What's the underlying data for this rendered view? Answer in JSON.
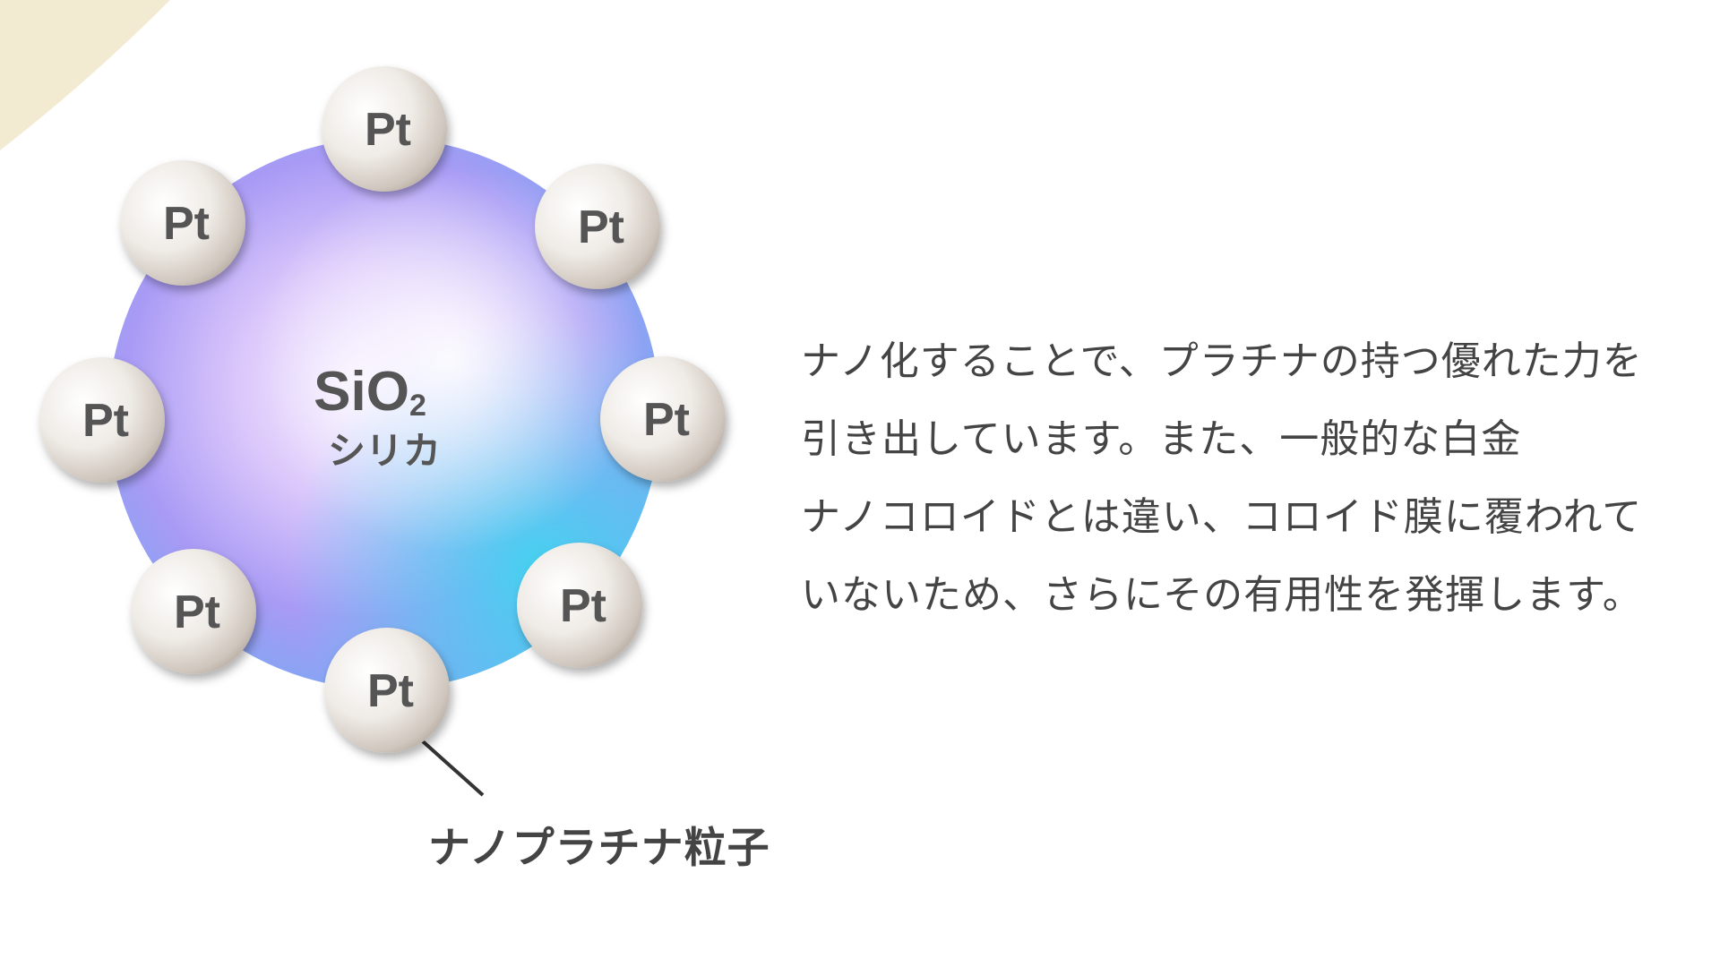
{
  "colors": {
    "corner": "#f3ead2",
    "text": "#444444",
    "pearl": "#e9e3dc"
  },
  "diagram": {
    "core_formula": "SiO",
    "core_subscript": "2",
    "core_name": "シリカ",
    "particles": [
      "Pt",
      "Pt",
      "Pt",
      "Pt",
      "Pt",
      "Pt",
      "Pt",
      "Pt"
    ],
    "particle_label": "ナノプラチナ粒子"
  },
  "description": {
    "lines": [
      "ナノ化することで、プラチナの持つ優れた力を",
      "引き出しています。また、一般的な白金",
      "ナノコロイドとは違い、コロイド膜に覆われて",
      "いないため、さらにその有用性を発揮します。"
    ]
  }
}
